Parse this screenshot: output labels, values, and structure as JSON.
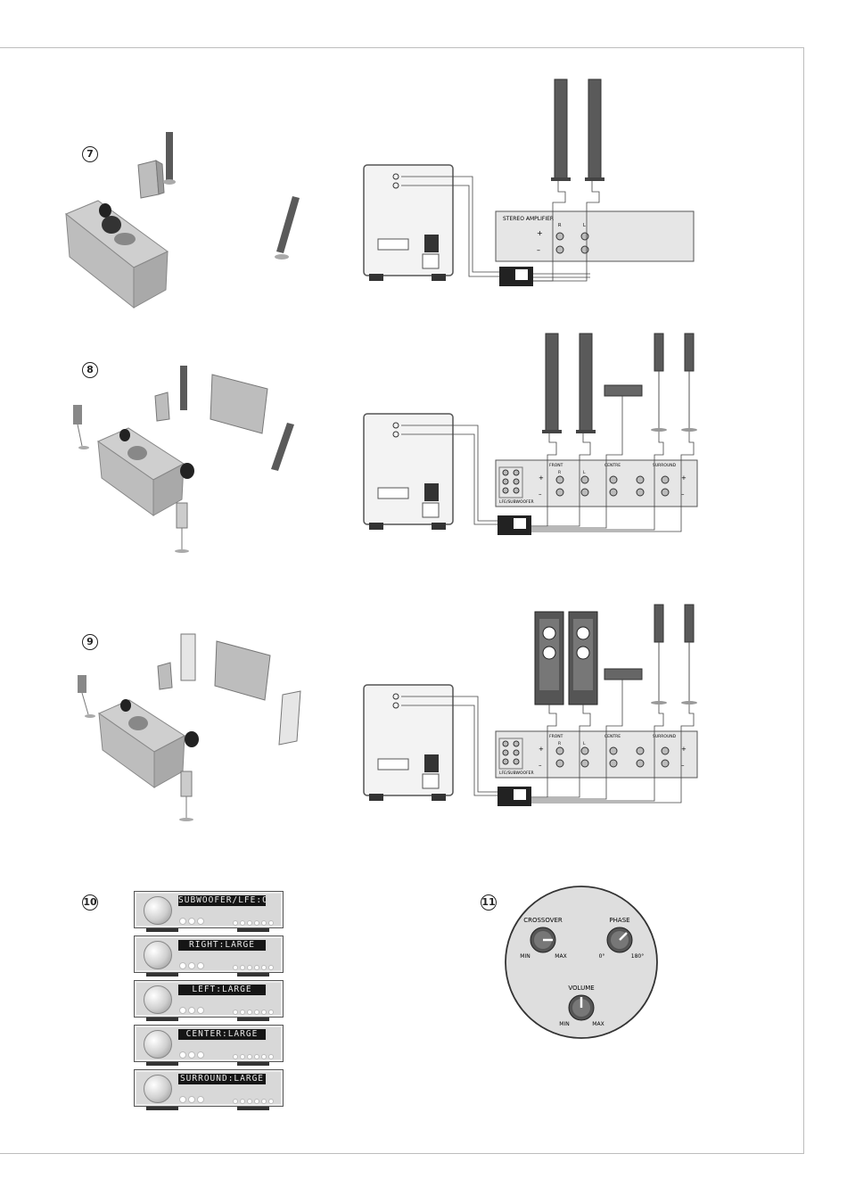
{
  "steps": [
    {
      "num": "7"
    },
    {
      "num": "8"
    },
    {
      "num": "9"
    },
    {
      "num": "10"
    },
    {
      "num": "11"
    }
  ],
  "diagram7": {
    "amp_title": "STEREO AMPLIFIER",
    "plus": "+",
    "minus": "–",
    "r": "R",
    "l": "L"
  },
  "diagram8": {
    "front": "FRONT",
    "centre": "CENTRE",
    "surround": "SURROUND",
    "lfe": "LFE/SUBWOOFER",
    "plus": "+",
    "minus": "–",
    "r": "R",
    "l": "L"
  },
  "diagram9": {
    "front": "FRONT",
    "centre": "CENTRE",
    "surround": "SURROUND",
    "lfe": "LFE/SUBWOOFER",
    "plus": "+",
    "minus": "–",
    "r": "R",
    "l": "L"
  },
  "displays": [
    {
      "text": "SUBWOOFER/LFE:ON"
    },
    {
      "text": "RIGHT:LARGE"
    },
    {
      "text": "LEFT:LARGE"
    },
    {
      "text": "CENTER:LARGE"
    },
    {
      "text": "SURROUND:LARGE"
    }
  ],
  "controls": {
    "crossover": "CROSSOVER",
    "phase": "PHASE",
    "volume": "VOLUME",
    "min": "MIN",
    "max": "MAX",
    "deg0": "0°",
    "deg180": "180°"
  },
  "colors": {
    "panel": "#d8d8d8",
    "lcd": "#151515",
    "speaker_dark": "#5a5a5a"
  }
}
